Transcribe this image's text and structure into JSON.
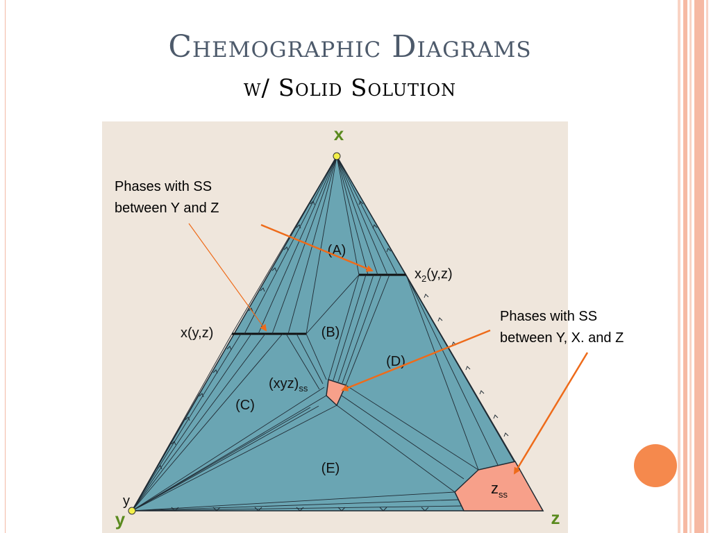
{
  "slide": {
    "title": "Chemographic Diagrams",
    "subtitle": "w/ Solid Solution"
  },
  "diagram": {
    "vertices": {
      "top": "x",
      "bottom_left": "y",
      "bottom_right": "z"
    },
    "phase_labels": {
      "x2yz_prefix": "x",
      "x2yz_sub": "2",
      "x2yz_suffix": "(y,z)",
      "xyz": "x(y,z)",
      "xyzss_main": "(xyz)",
      "xyzss_sub": "ss",
      "zss_main": "z",
      "zss_sub": "ss",
      "y_small": "y"
    },
    "field_labels": {
      "a": "(A)",
      "b": "(B)",
      "c": "(C)",
      "d": "(D)",
      "e": "(E)"
    },
    "colors": {
      "fill": "#6aa5b3",
      "lines": "#1f2a33",
      "ss_fill": "#f7a08a",
      "vertex_dot": "#f3ef4a",
      "vertex_label": "#5a8a1e",
      "arrow": "#ee6b1a",
      "background": "#efe6dc"
    }
  },
  "callouts": {
    "left_line1": "Phases with SS",
    "left_line2": "between Y and Z",
    "right_line1": "Phases with SS",
    "right_line2": "between Y, X. and Z"
  },
  "theme": {
    "title_color": "#4d5a6b",
    "accent_dot": "#f5894d",
    "stripe_color": "#f6b9a3"
  }
}
